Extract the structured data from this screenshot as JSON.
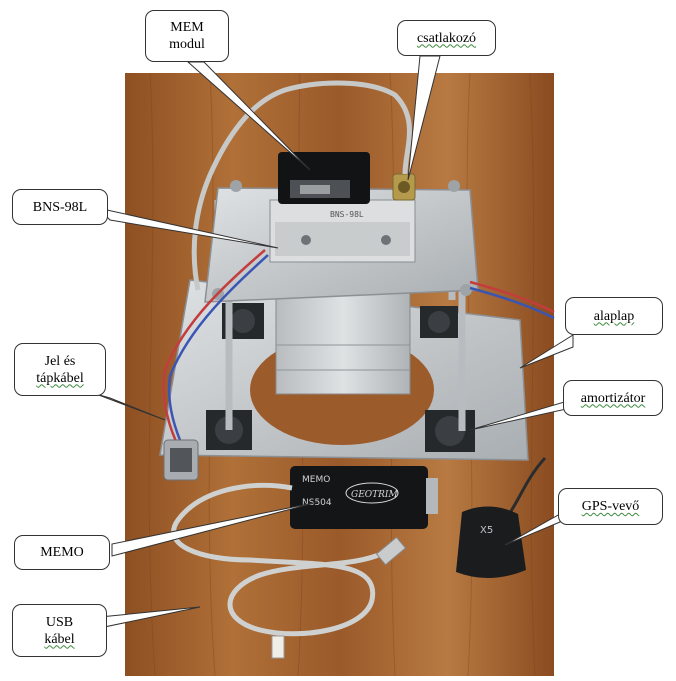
{
  "labels": {
    "mem_modul": {
      "line1": "MEM",
      "line2": "modul"
    },
    "csatlakozo": "csatlakozó",
    "bns": "BNS-98L",
    "alaplap": "alaplap",
    "jel_tapkabel": {
      "line1": "Jel és",
      "line2": "tápkábel"
    },
    "amortizator": "amortizátor",
    "gps": "GPS-vevő",
    "memo": "MEMO",
    "usb_kabel": {
      "line1": "USB",
      "line2": "kábel"
    }
  },
  "device_text": {
    "memo_box_top": "MEMO",
    "memo_box_model": "NS504",
    "memo_brand": "GEOTRIM",
    "gps_mark": "X5",
    "sensor_plate": "BNS-98L"
  },
  "colors": {
    "table_wood": "#a0622f",
    "plate_metal": "#c9ccce",
    "callout_border": "#333333"
  }
}
